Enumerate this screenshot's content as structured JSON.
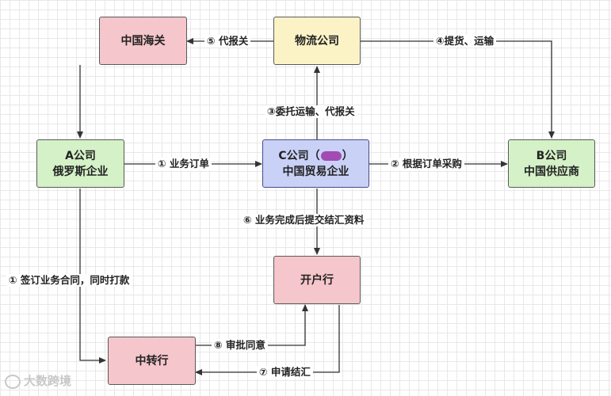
{
  "nodes": {
    "customs": "中国海关",
    "logistics": "物流公司",
    "company_a_line1": "A公司",
    "company_a_line2": "俄罗斯企业",
    "company_c_line1_prefix": "C公司（",
    "company_c_line1_suffix": "）",
    "company_c_line2": "中国贸易企业",
    "company_b_line1": "B公司",
    "company_b_line2": "中国供应商",
    "opening_bank": "开户行",
    "intermediary_bank": "中转行"
  },
  "edges": {
    "e5": "⑤ 代报关",
    "e4": "④提货、运输",
    "e3": "③委托运输、代报关",
    "e1_order": "① 业务订单",
    "e2": "② 根据订单采购",
    "e6": "⑥ 业务完成后提交结汇资料",
    "e1_contract": "① 签订业务合同，同时打款",
    "e8": "⑧ 审批同意",
    "e7": "⑦ 申请结汇"
  },
  "watermark": "大数跨境",
  "colors": {
    "pink": "#f5c6cb",
    "yellow": "#fbf3c6",
    "green": "#d4f1c7",
    "blue": "#c9d1f7",
    "redaction": "#a14bb3"
  }
}
